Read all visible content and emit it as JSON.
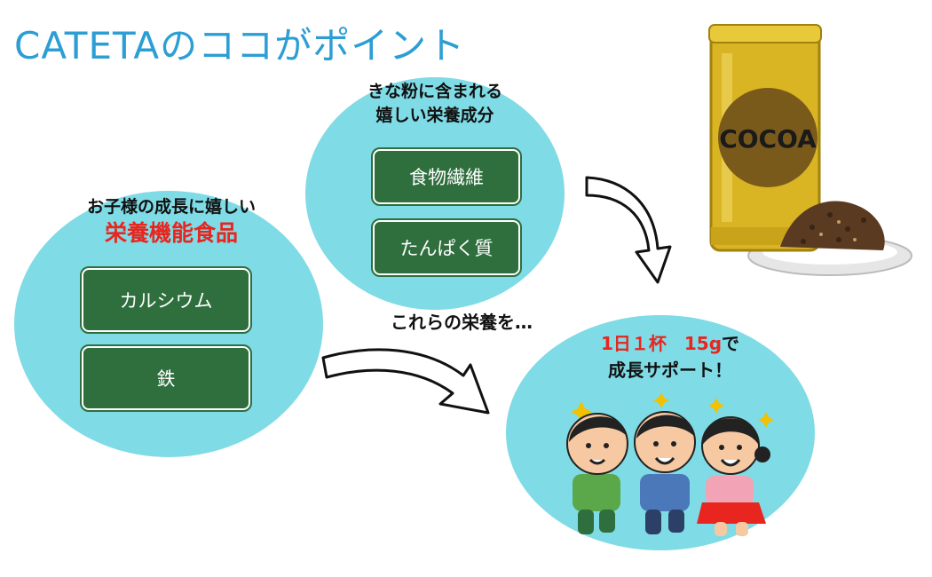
{
  "title": "CATETAのココがポイント",
  "left_group": {
    "heading": "お子様の成長に嬉しい",
    "highlight": "栄養機能食品",
    "items": [
      {
        "label": "カルシウム"
      },
      {
        "label": "鉄"
      }
    ]
  },
  "top_group": {
    "heading_line1": "きな粉に含まれる",
    "heading_line2": "嬉しい栄養成分",
    "items": [
      {
        "label": "食物繊維"
      },
      {
        "label": "たんぱく質"
      }
    ]
  },
  "middle_caption": "これらの栄養を…",
  "right_group": {
    "line1_a": "1日１杯　15g",
    "line1_b": "で",
    "line2": "成長サポート！"
  },
  "cocoa_can_label": "COCOA",
  "colors": {
    "title": "#2b9ed4",
    "circle": "#7fdbe5",
    "pill": "#2f6e3d",
    "highlight": "#e8251f",
    "can_gold": "#d9b524"
  },
  "icons": [
    "curved-arrow-icon",
    "cocoa-can-illustration",
    "running-children-illustration",
    "sparkle-icon"
  ]
}
